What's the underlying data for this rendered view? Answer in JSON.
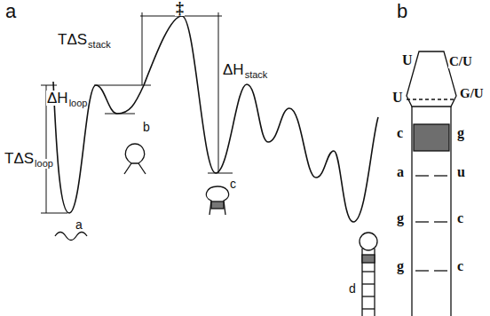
{
  "diagram": {
    "labels": [
      "a",
      "b",
      "‡",
      "TΔS",
      "stack",
      "ΔH",
      "loop",
      "ΔH",
      "stack",
      "TΔS",
      "loop",
      "a",
      "b",
      "c",
      "d",
      "U",
      "C/U",
      "U",
      "G/U",
      "c",
      "g",
      "a",
      "u",
      "g",
      "c",
      "g",
      "c"
    ]
  }
}
